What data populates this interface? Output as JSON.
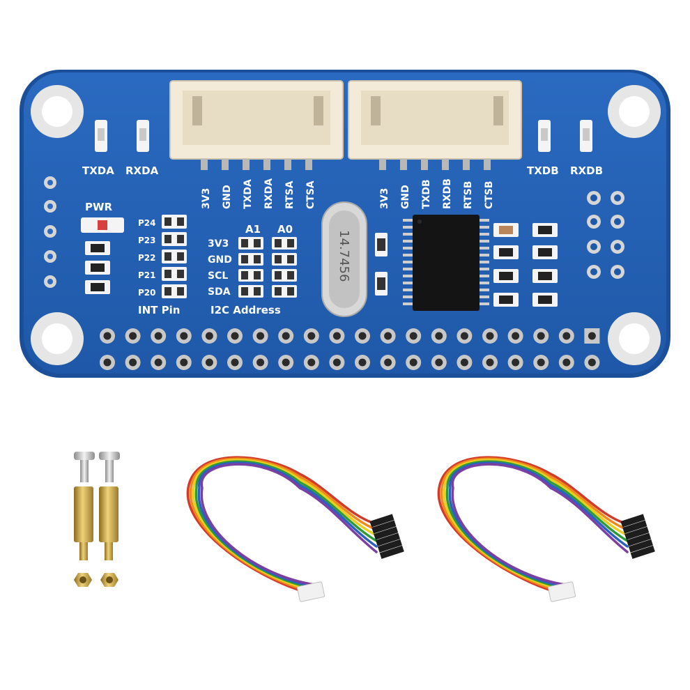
{
  "board": {
    "led_labels": {
      "txda": "TXDA",
      "rxda": "RXDA",
      "txdb": "TXDB",
      "rxdb": "RXDB",
      "pwr": "PWR"
    },
    "port_a_pins": [
      "3V3",
      "GND",
      "TXDA",
      "RXDA",
      "RTSA",
      "CTSA"
    ],
    "port_b_pins": [
      "3V3",
      "GND",
      "TXDB",
      "RXDB",
      "RTSB",
      "CTSB"
    ],
    "int_pins": [
      "P24",
      "P23",
      "P22",
      "P21",
      "P20"
    ],
    "int_pin_label": "INT Pin",
    "i2c_rows": [
      "3V3",
      "GND",
      "SCL",
      "SDA"
    ],
    "addr_cols": [
      "A1",
      "A0"
    ],
    "i2c_label": "I2C Address",
    "crystal_marking": "14.7456",
    "colors": {
      "pcb": "#2361b4",
      "pcb_edge": "#1c4f99",
      "pad": "#d6d6d6",
      "header": "#f3ead8"
    }
  },
  "accessories": {
    "screws": 2,
    "standoffs": 2,
    "nuts": 2,
    "cables": 2,
    "cable_colors": [
      "#d23a2a",
      "#f08a1d",
      "#e8d020",
      "#2f9a3c",
      "#2d5fc0",
      "#7a3fa0"
    ]
  }
}
